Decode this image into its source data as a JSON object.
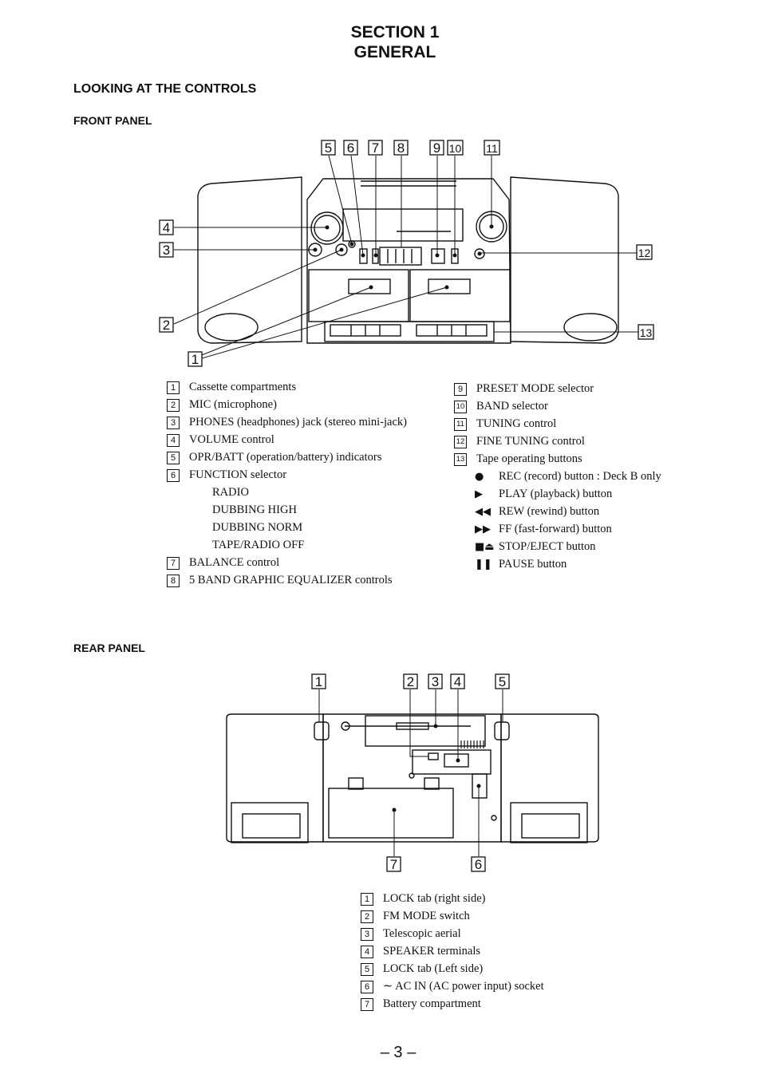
{
  "header": {
    "section": "SECTION 1",
    "title": "GENERAL"
  },
  "heading": "LOOKING AT THE CONTROLS",
  "front": {
    "label": "FRONT PANEL",
    "items_left": [
      {
        "n": "1",
        "text": "Cassette compartments"
      },
      {
        "n": "2",
        "text": "MIC (microphone)"
      },
      {
        "n": "3",
        "text": "PHONES (headphones) jack (stereo mini-jack)"
      },
      {
        "n": "4",
        "text": "VOLUME control"
      },
      {
        "n": "5",
        "text": "OPR/BATT (operation/battery) indicators"
      },
      {
        "n": "6",
        "text": "FUNCTION selector"
      }
    ],
    "function_options": [
      "RADIO",
      "DUBBING HIGH",
      "DUBBING NORM",
      "TAPE/RADIO OFF"
    ],
    "items_left2": [
      {
        "n": "7",
        "text": "BALANCE control"
      },
      {
        "n": "8",
        "text": "5 BAND GRAPHIC EQUALIZER controls"
      }
    ],
    "items_right": [
      {
        "n": "9",
        "text": "PRESET MODE selector"
      },
      {
        "n": "10",
        "text": "BAND selector"
      },
      {
        "n": "11",
        "text": "TUNING control"
      },
      {
        "n": "12",
        "text": "FINE TUNING control"
      },
      {
        "n": "13",
        "text": "Tape operating buttons"
      }
    ],
    "tape_buttons": [
      {
        "icon": "record-icon",
        "glyph": "●",
        "text": "REC (record) button : Deck B only"
      },
      {
        "icon": "play-icon",
        "glyph": "▶",
        "text": "PLAY (playback) button"
      },
      {
        "icon": "rewind-icon",
        "glyph": "◀◀",
        "text": "REW (rewind) button"
      },
      {
        "icon": "fast-forward-icon",
        "glyph": "▶▶",
        "text": "FF (fast-forward) button"
      },
      {
        "icon": "stop-eject-icon",
        "glyph": "■⏏",
        "text": "STOP/EJECT button"
      },
      {
        "icon": "pause-icon",
        "glyph": "❚❚",
        "text": "PAUSE button"
      }
    ],
    "callouts": [
      "5",
      "6",
      "7",
      "8",
      "9",
      "10",
      "11",
      "4",
      "3",
      "12",
      "2",
      "13",
      "1"
    ]
  },
  "rear": {
    "label": "REAR PANEL",
    "items": [
      {
        "n": "1",
        "text": "LOCK tab (right side)"
      },
      {
        "n": "2",
        "text": "FM MODE switch"
      },
      {
        "n": "3",
        "text": "Telescopic aerial"
      },
      {
        "n": "4",
        "text": "SPEAKER terminals"
      },
      {
        "n": "5",
        "text": "LOCK tab (Left side)"
      },
      {
        "n": "6",
        "glyph": "∼",
        "text": "AC IN (AC power input) socket"
      },
      {
        "n": "7",
        "text": "Battery compartment"
      }
    ],
    "callouts": [
      "1",
      "2",
      "3",
      "4",
      "5",
      "7",
      "6"
    ]
  },
  "page_number": "– 3 –"
}
